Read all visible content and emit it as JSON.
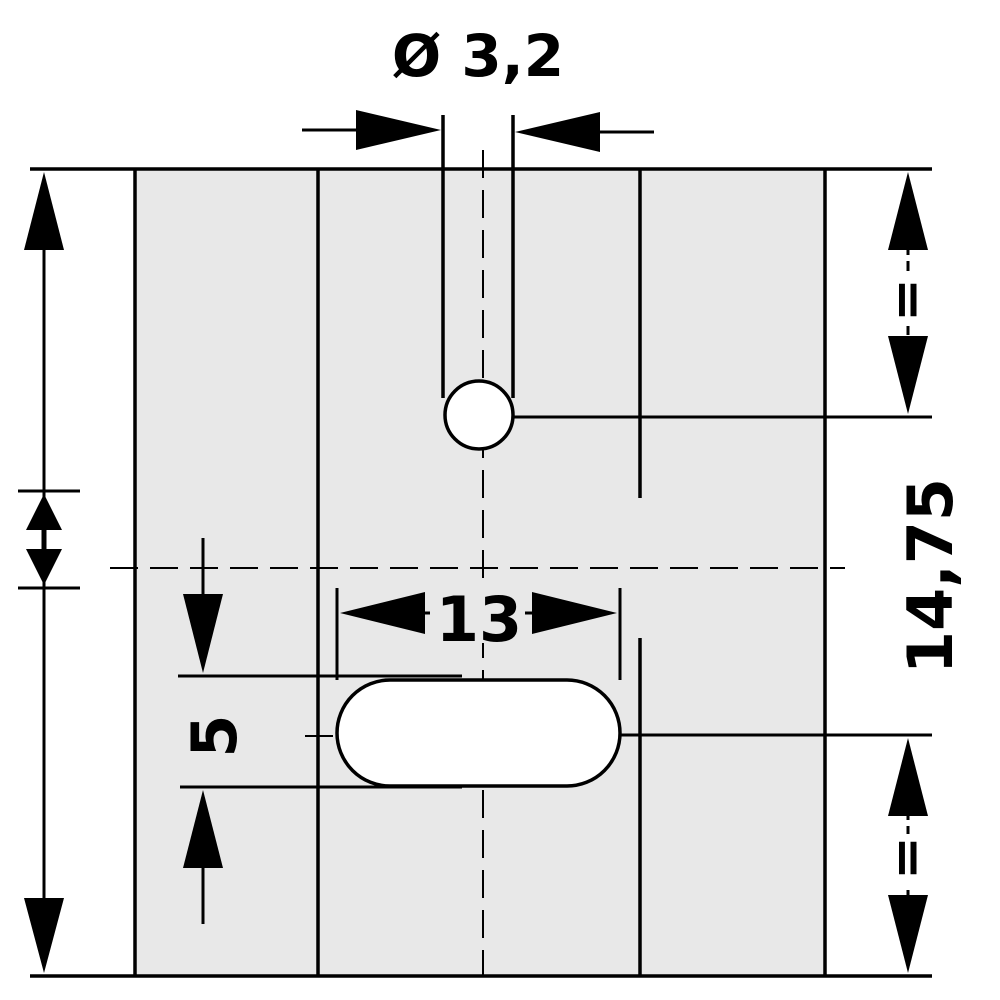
{
  "colors": {
    "panel": "#e8e8e8",
    "line": "#000000",
    "background": "#ffffff"
  },
  "dimensions": {
    "hole_diameter": "Ø 3,2",
    "slot_length": "13",
    "slot_width": "5",
    "total_offset": "14,75",
    "equal_upper": "=",
    "equal_lower": "="
  }
}
